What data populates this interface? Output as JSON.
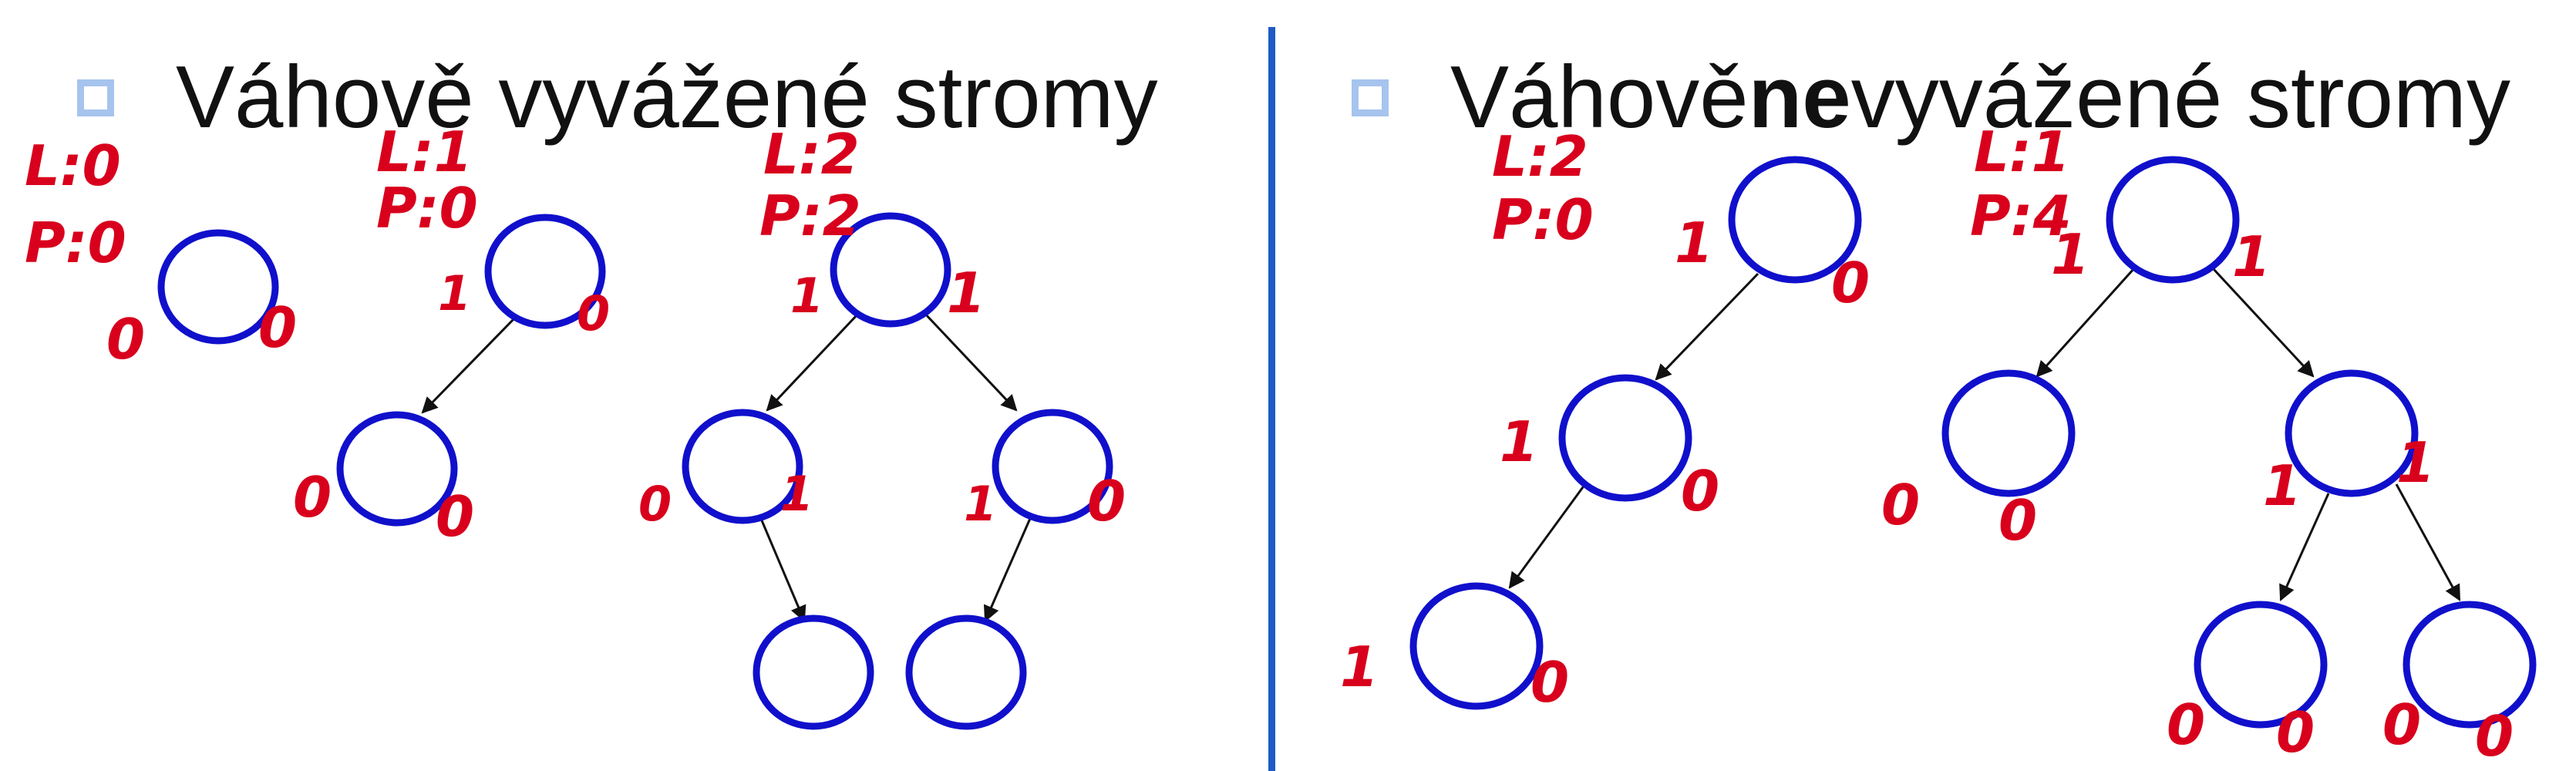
{
  "headings": {
    "left": "Váhově vyvážené stromy",
    "right_prefix": "Váhově ",
    "right_bold": "ne",
    "right_suffix": "vyvážené stromy"
  },
  "colors": {
    "node_stroke": "#1010cc",
    "annotation": "#d8001c",
    "divider": "#1f5bc6",
    "bullet": "#a6c4ee"
  },
  "icons": [
    "square-bullet-icon",
    "square-bullet-icon"
  ],
  "annotations": {
    "t1": {
      "L": "L:0",
      "P": "P:0",
      "leaf_l": "0",
      "leaf_r": "0"
    },
    "t2": {
      "L": "L:1",
      "P": "P:0",
      "root_l": "1",
      "root_r": "0",
      "child_l": "0",
      "child_r": "0"
    },
    "t3": {
      "L": "L:2",
      "P": "P:2",
      "root_l": "1",
      "root_r": "1",
      "lc_l": "0",
      "lc_r": "1",
      "rc_l": "1",
      "rc_r": "0"
    },
    "t4": {
      "L": "L:2",
      "P": "P:0",
      "root_l": "1",
      "root_r": "0",
      "c1_l": "1",
      "c1_r": "0",
      "c2_l": "1",
      "c2_r": "0"
    },
    "t5": {
      "L": "L:1",
      "P": "P:4",
      "root_l": "1",
      "root_r": "1",
      "lc_l": "0",
      "lc_r": "0",
      "rc_l": "1",
      "rc_r": "1",
      "rl_l": "0",
      "rl_r": "0",
      "rr_l": "0",
      "rr_r": "0"
    }
  }
}
